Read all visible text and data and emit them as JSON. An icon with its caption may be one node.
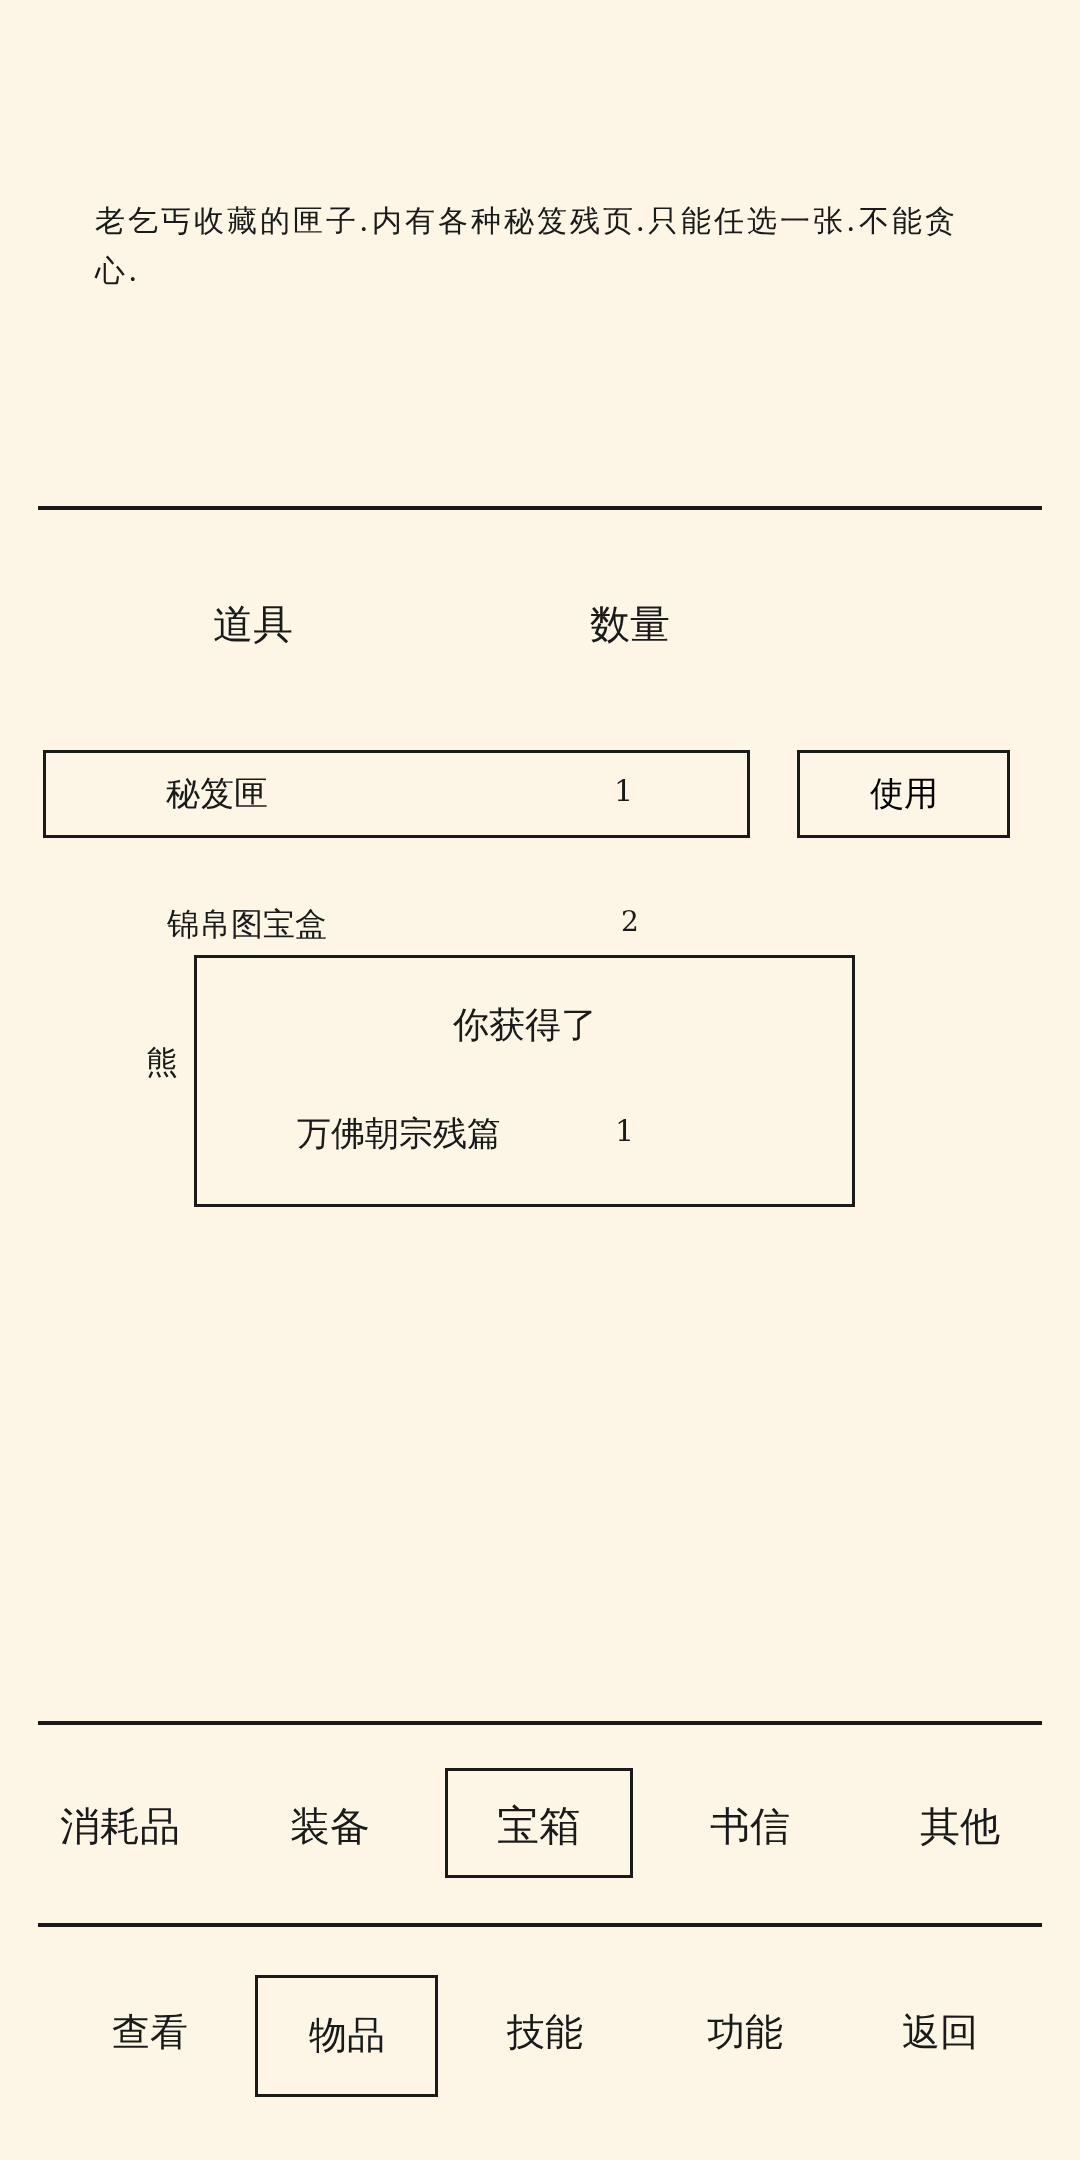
{
  "diagram": {
    "nodes": [
      {
        "text": [
          "秘笈匣",
          "1"
        ]
      },
      {
        "text": [
          "使用"
        ]
      },
      {
        "text": [
          "你获得了",
          "万佛朝宗残篇",
          "1"
        ]
      },
      {
        "text": [
          "宝箱"
        ]
      },
      {
        "text": [
          "物品"
        ]
      }
    ],
    "edges": [],
    "labels": [
      "老乞丐收藏的匣子.内有各种秘笈残页.只能任选一张.不能贪心.",
      "道具",
      "数量",
      "锦帛图宝盒",
      "2",
      "熊",
      "消耗品",
      "装备",
      "书信",
      "其他",
      "查看",
      "技能",
      "功能",
      "返回"
    ]
  }
}
